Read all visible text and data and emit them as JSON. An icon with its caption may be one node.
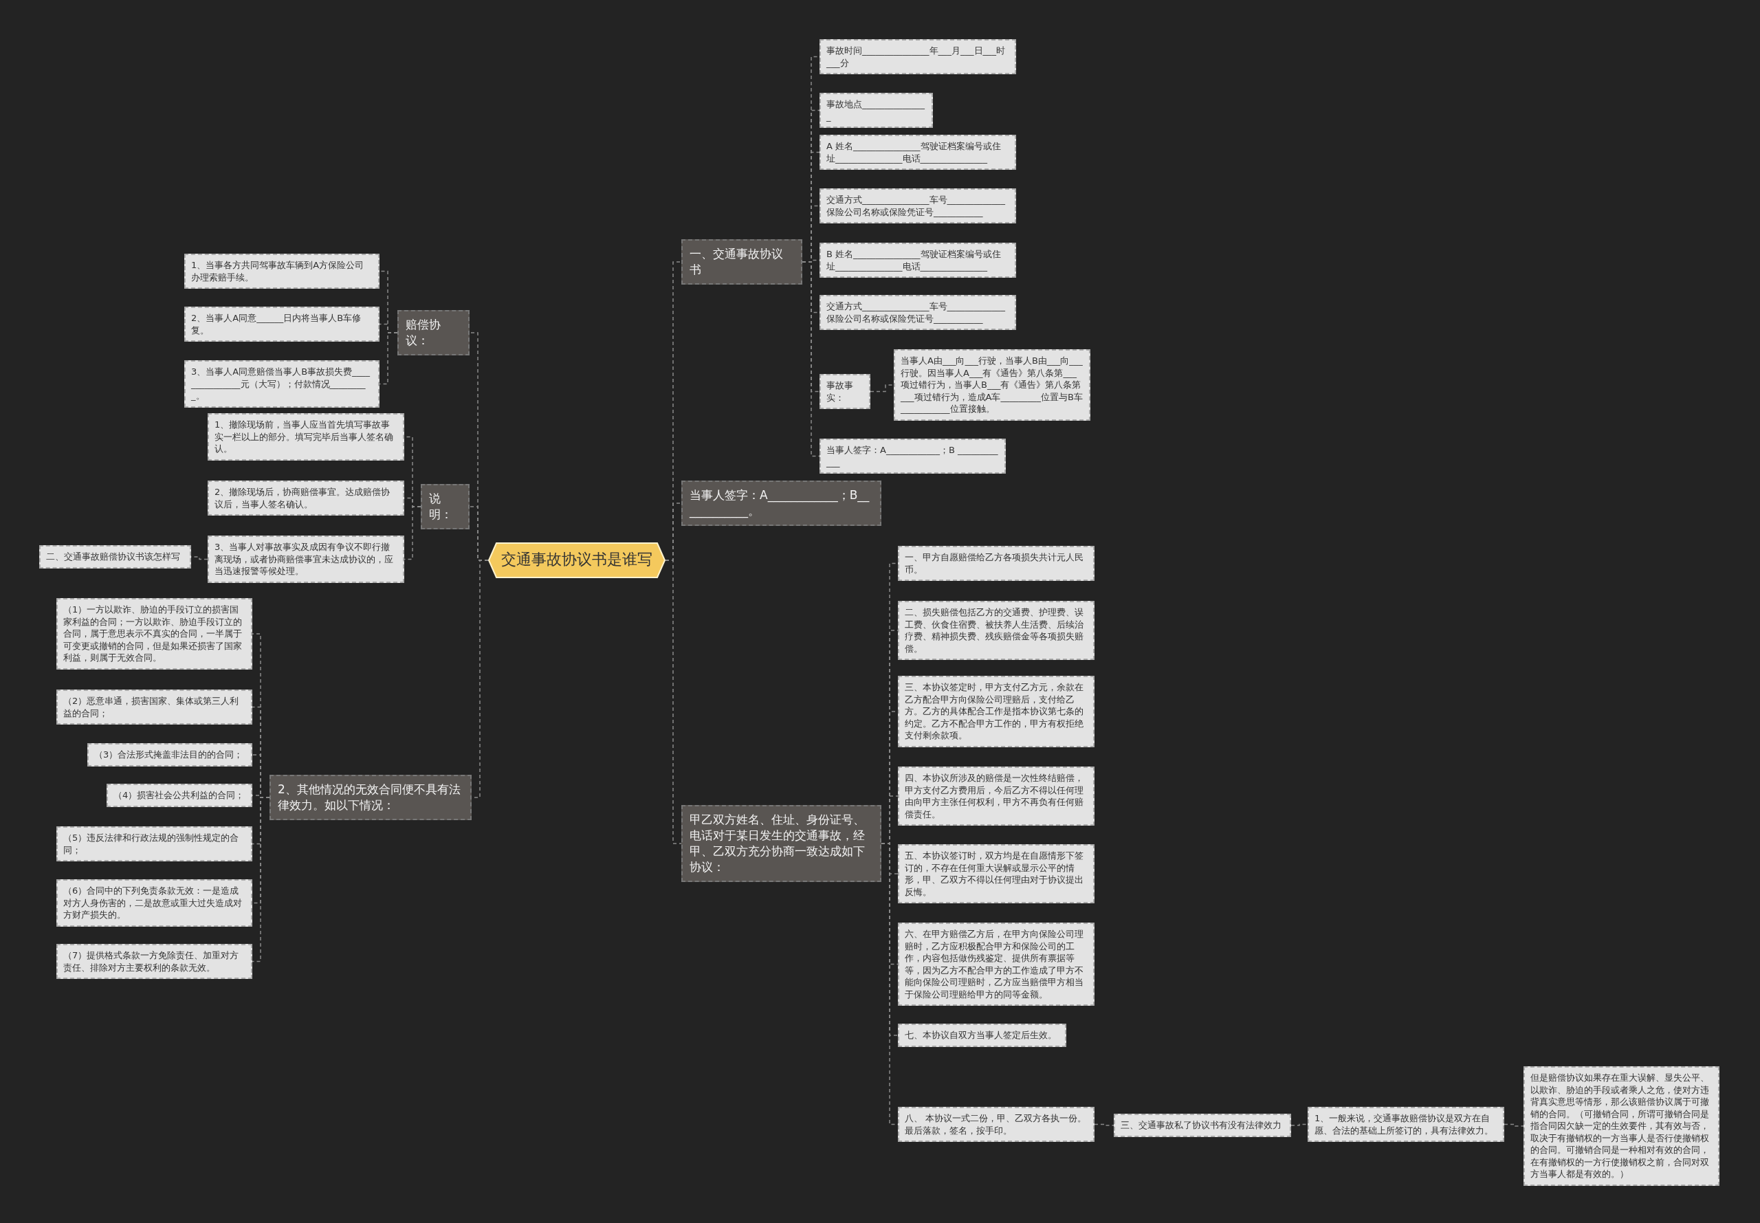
{
  "diagram": {
    "nodes": [
      {
        "text": [
          "交通事故协议书是谁写"
        ]
      },
      {
        "text": [
          "一、交通事故协议书"
        ]
      },
      {
        "text": [
          "事故时间_______________年___月___日___时___分"
        ]
      },
      {
        "text": [
          "事故地点_______________"
        ]
      },
      {
        "text": [
          "A 姓名_______________驾驶证档案编号或住址_______________电话_______________"
        ]
      },
      {
        "text": [
          "交通方式_______________车号_____________保险公司名称或保险凭证号___________"
        ]
      },
      {
        "text": [
          "B 姓名_______________驾驶证档案编号或住址_______________电话_______________"
        ]
      },
      {
        "text": [
          "交通方式_______________车号_____________保险公司名称或保险凭证号___________"
        ]
      },
      {
        "text": [
          "事故事实："
        ]
      },
      {
        "text": [
          "当事人A由___向___行驶，当事人B由___向___行驶。因当事人A___有《通告》第八条第___项过错行为，当事人B___有《通告》第八条第___项过错行为，造成A车_________位置与B车___________位置接触。"
        ]
      },
      {
        "text": [
          "当事人签字：A____________；B ____________"
        ]
      },
      {
        "text": [
          "当事人签字：A____________；B____________。"
        ]
      },
      {
        "text": [
          "甲乙双方姓名、住址、身份证号、电话对于某日发生的交通事故，经甲、乙双方充分协商一致达成如下协议："
        ]
      },
      {
        "text": [
          "一、甲方自愿赔偿给乙方各项损失共计元人民币。"
        ]
      },
      {
        "text": [
          "二、损失赔偿包括乙方的交通费、护理费、误工费、伙食住宿费、被扶养人生活费、后续治疗费、精神损失费、残疾赔偿金等各项损失赔偿。"
        ]
      },
      {
        "text": [
          "三、本协议签定时，甲方支付乙方元，余款在乙方配合甲方向保险公司理赔后，支付给乙方。乙方的具体配合工作是指本协议第七条的约定。乙方不配合甲方工作的，甲方有权拒绝支付剩余款项。"
        ]
      },
      {
        "text": [
          "四、本协议所涉及的赔偿是一次性终结赔偿，甲方支付乙方费用后，今后乙方不得以任何理由向甲方主张任何权利，甲方不再负有任何赔偿责任。"
        ]
      },
      {
        "text": [
          "五、本协议签订时，双方均是在自愿情形下签订的，不存在任何重大误解或显示公平的情形，甲、乙双方不得以任何理由对于协议提出反悔。"
        ]
      },
      {
        "text": [
          "六、在甲方赔偿乙方后，在甲方向保险公司理赔时，乙方应积极配合甲方和保险公司的工作，内容包括做伤残鉴定、提供所有票据等等，因为乙方不配合甲方的工作造成了甲方不能向保险公司理赔时，乙方应当赔偿甲方相当于保险公司理赔给甲方的同等金额。"
        ]
      },
      {
        "text": [
          "七、本协议自双方当事人签定后生效。"
        ]
      },
      {
        "text": [
          "八、 本协议一式二份，甲、乙双方各执一份。最后落款，签名，按手印。"
        ]
      },
      {
        "text": [
          "三、交通事故私了协议书有没有法律效力"
        ]
      },
      {
        "text": [
          "1、一般来说，交通事故赔偿协议是双方在自愿、合法的基础上所签订的，具有法律效力。"
        ]
      },
      {
        "text": [
          "但是赔偿协议如果存在重大误解、显失公平、以欺诈、胁迫的手段或者乘人之危，使对方违背真实意思等情形，那么该赔偿协议属于可撤销的合同。（可撤销合同，所谓可撤销合同是指合同因欠缺一定的生效要件，其有效与否，取决于有撤销权的一方当事人是否行使撤销权的合同。可撤销合同是一种相对有效的合同，在有撤销权的一方行使撤销权之前，合同对双方当事人都是有效的。）"
        ]
      },
      {
        "text": [
          "赔偿协议："
        ]
      },
      {
        "text": [
          "1、当事各方共同驾事故车辆到A方保险公司办理索赔手续。"
        ]
      },
      {
        "text": [
          "2、当事人A同意______日内将当事人B车修复。"
        ]
      },
      {
        "text": [
          "3、当事人A同意赔偿当事人B事故损失费_______________元（大写）；付款情况_________。"
        ]
      },
      {
        "text": [
          "说明："
        ]
      },
      {
        "text": [
          "1、撤除现场前，当事人应当首先填写事故事实一栏以上的部分。填写完毕后当事人签名确认。"
        ]
      },
      {
        "text": [
          "2、撤除现场后，协商赔偿事宜。达成赔偿协议后，当事人签名确认。"
        ]
      },
      {
        "text": [
          "3、当事人对事故事实及成因有争议不即行撤离现场，或者协商赔偿事宜未达成协议的，应当迅速报警等候处理。"
        ]
      },
      {
        "text": [
          "二、交通事故赔偿协议书该怎样写"
        ]
      },
      {
        "text": [
          "2、其他情况的无效合同便不具有法律效力。如以下情况："
        ]
      },
      {
        "text": [
          "（1）一方以欺诈、胁迫的手段订立的损害国家利益的合同；一方以欺诈、胁迫手段订立的合同，属于意思表示不真实的合同，一半属于可变更或撤销的合同，但是如果还损害了国家利益，则属于无效合同。"
        ]
      },
      {
        "text": [
          "（2）恶意串通，损害国家、集体或第三人利益的合同；"
        ]
      },
      {
        "text": [
          "（3）合法形式掩盖非法目的的合同；"
        ]
      },
      {
        "text": [
          "（4）损害社会公共利益的合同；"
        ]
      },
      {
        "text": [
          "（5）违反法律和行政法规的强制性规定的合同；"
        ]
      },
      {
        "text": [
          "（6）合同中的下列免责条款无效：一是造成对方人身伤害的，二是故意或重大过失造成对方财产损失的。"
        ]
      },
      {
        "text": [
          "（7）提供格式条款一方免除责任、加重对方责任、排除对方主要权利的条款无效。"
        ]
      }
    ],
    "edges": [
      {
        "from": 0,
        "to": 1,
        "arrow": "none",
        "style": "dashed"
      },
      {
        "from": 1,
        "to": 2,
        "arrow": "none",
        "style": "dashed"
      },
      {
        "from": 1,
        "to": 3,
        "arrow": "none",
        "style": "dashed"
      },
      {
        "from": 1,
        "to": 4,
        "arrow": "none",
        "style": "dashed"
      },
      {
        "from": 1,
        "to": 5,
        "arrow": "none",
        "style": "dashed"
      },
      {
        "from": 1,
        "to": 6,
        "arrow": "none",
        "style": "dashed"
      },
      {
        "from": 1,
        "to": 7,
        "arrow": "none",
        "style": "dashed"
      },
      {
        "from": 1,
        "to": 8,
        "arrow": "none",
        "style": "dashed"
      },
      {
        "from": 8,
        "to": 9,
        "arrow": "none",
        "style": "dashed"
      },
      {
        "from": 1,
        "to": 10,
        "arrow": "none",
        "style": "dashed"
      },
      {
        "from": 0,
        "to": 11,
        "arrow": "none",
        "style": "dashed"
      },
      {
        "from": 0,
        "to": 12,
        "arrow": "none",
        "style": "dashed"
      },
      {
        "from": 12,
        "to": 13,
        "arrow": "none",
        "style": "dashed"
      },
      {
        "from": 12,
        "to": 14,
        "arrow": "none",
        "style": "dashed"
      },
      {
        "from": 12,
        "to": 15,
        "arrow": "none",
        "style": "dashed"
      },
      {
        "from": 12,
        "to": 16,
        "arrow": "none",
        "style": "dashed"
      },
      {
        "from": 12,
        "to": 17,
        "arrow": "none",
        "style": "dashed"
      },
      {
        "from": 12,
        "to": 18,
        "arrow": "none",
        "style": "dashed"
      },
      {
        "from": 12,
        "to": 19,
        "arrow": "none",
        "style": "dashed"
      },
      {
        "from": 12,
        "to": 20,
        "arrow": "none",
        "style": "dashed"
      },
      {
        "from": 20,
        "to": 21,
        "arrow": "none",
        "style": "dashed"
      },
      {
        "from": 21,
        "to": 22,
        "arrow": "none",
        "style": "dashed"
      },
      {
        "from": 22,
        "to": 23,
        "arrow": "none",
        "style": "dashed"
      },
      {
        "from": 0,
        "to": 24,
        "arrow": "none",
        "style": "dashed"
      },
      {
        "from": 24,
        "to": 25,
        "arrow": "none",
        "style": "dashed"
      },
      {
        "from": 24,
        "to": 26,
        "arrow": "none",
        "style": "dashed"
      },
      {
        "from": 24,
        "to": 27,
        "arrow": "none",
        "style": "dashed"
      },
      {
        "from": 0,
        "to": 28,
        "arrow": "none",
        "style": "dashed"
      },
      {
        "from": 28,
        "to": 29,
        "arrow": "none",
        "style": "dashed"
      },
      {
        "from": 28,
        "to": 30,
        "arrow": "none",
        "style": "dashed"
      },
      {
        "from": 28,
        "to": 31,
        "arrow": "none",
        "style": "dashed"
      },
      {
        "from": 31,
        "to": 32,
        "arrow": "none",
        "style": "dashed"
      },
      {
        "from": 0,
        "to": 33,
        "arrow": "none",
        "style": "dashed"
      },
      {
        "from": 33,
        "to": 34,
        "arrow": "none",
        "style": "dashed"
      },
      {
        "from": 33,
        "to": 35,
        "arrow": "none",
        "style": "dashed"
      },
      {
        "from": 33,
        "to": 36,
        "arrow": "none",
        "style": "dashed"
      },
      {
        "from": 33,
        "to": 37,
        "arrow": "none",
        "style": "dashed"
      },
      {
        "from": 33,
        "to": 38,
        "arrow": "none",
        "style": "dashed"
      },
      {
        "from": 33,
        "to": 39,
        "arrow": "none",
        "style": "dashed"
      },
      {
        "from": 33,
        "to": 40,
        "arrow": "none",
        "style": "dashed"
      }
    ]
  }
}
